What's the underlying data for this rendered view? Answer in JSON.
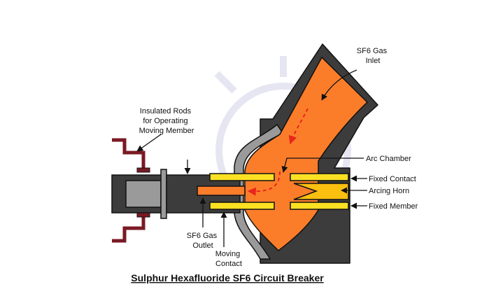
{
  "title": "Sulphur Hexafluoride SF6 Circuit Breaker",
  "labels": {
    "gas_inlet": [
      "SF6 Gas",
      "Inlet"
    ],
    "insulated_rods": [
      "Insulated Rods",
      "for Operating",
      "Moving Member"
    ],
    "arc_chamber": "Arc Chamber",
    "fixed_contact": "Fixed Contact",
    "arcing_horn": "Arcing Horn",
    "fixed_member": "Fixed Member",
    "gas_outlet": [
      "SF6 Gas",
      "Outlet"
    ],
    "moving_contact": [
      "Moving",
      "Contact"
    ]
  },
  "colors": {
    "casing": "#3c3c3c",
    "liner": "#9a9a9a",
    "gas": "#fb7d2a",
    "gas_flow": "#e8251a",
    "contact": "#fbe122",
    "arcing_horn": "#fbbf10",
    "rod": "#7a1a24",
    "outline": "#111111",
    "watermark": "#e6e6f2"
  }
}
